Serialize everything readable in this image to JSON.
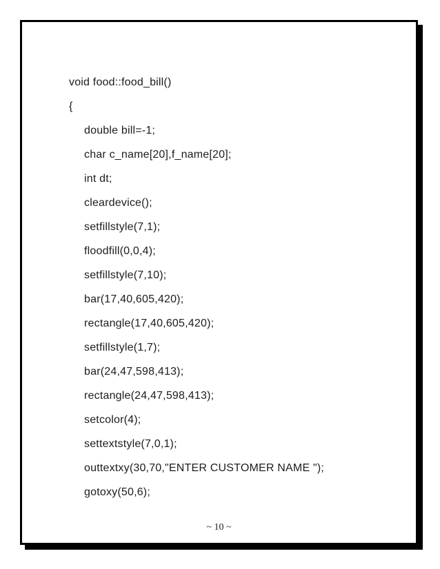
{
  "page": {
    "footer_page_number": "~ 10 ~",
    "code_lines": [
      {
        "indent": 0,
        "text": "void food::food_bill()"
      },
      {
        "indent": 0,
        "text": "{"
      },
      {
        "indent": 1,
        "text": "double bill=-1;"
      },
      {
        "indent": 1,
        "text": "char c_name[20],f_name[20];"
      },
      {
        "indent": 1,
        "text": "int dt;"
      },
      {
        "indent": 1,
        "text": "cleardevice();"
      },
      {
        "indent": 1,
        "text": "setfillstyle(7,1);"
      },
      {
        "indent": 1,
        "text": "floodfill(0,0,4);"
      },
      {
        "indent": 1,
        "text": "setfillstyle(7,10);"
      },
      {
        "indent": 1,
        "text": "bar(17,40,605,420);"
      },
      {
        "indent": 1,
        "text": "rectangle(17,40,605,420);"
      },
      {
        "indent": 1,
        "text": "setfillstyle(1,7);"
      },
      {
        "indent": 1,
        "text": "bar(24,47,598,413);"
      },
      {
        "indent": 1,
        "text": "rectangle(24,47,598,413);"
      },
      {
        "indent": 1,
        "text": "setcolor(4);"
      },
      {
        "indent": 1,
        "text": "settextstyle(7,0,1);"
      },
      {
        "indent": 1,
        "text": "outtextxy(30,70,\"ENTER CUSTOMER NAME \");"
      },
      {
        "indent": 1,
        "text": "gotoxy(50,6);"
      }
    ]
  }
}
